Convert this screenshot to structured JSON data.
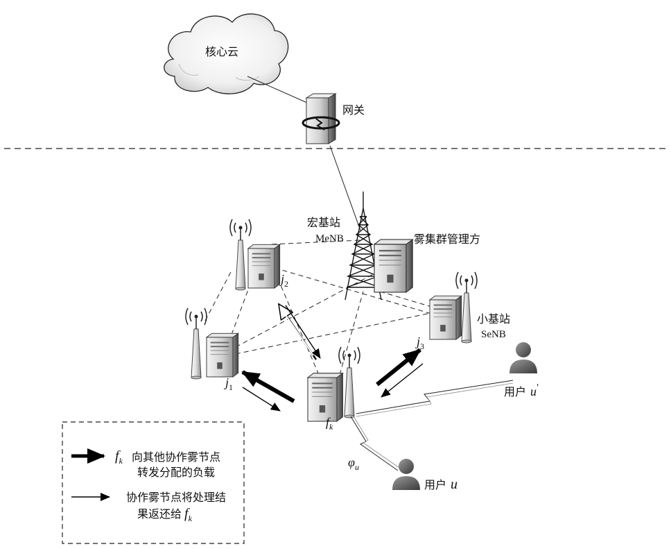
{
  "cloud": {
    "label": "核心云"
  },
  "gateway": {
    "label": "网关"
  },
  "macro_bs": {
    "label_cn": "宏基站",
    "label_en": "MeNB"
  },
  "fog_manager": {
    "label": "雾集群管理方"
  },
  "small_bs": {
    "label_cn": "小基站",
    "label_en": "SeNB"
  },
  "nodes": {
    "j1": {
      "base": "j",
      "sub": "1"
    },
    "j2": {
      "base": "j",
      "sub": "2"
    },
    "j3": {
      "base": "j",
      "sub": "3"
    },
    "fk": {
      "base": "f",
      "sub": "k"
    }
  },
  "users": {
    "u": {
      "label": "用户",
      "symbol": "u"
    },
    "u_prime": {
      "label": "用户",
      "symbol": "u",
      "prime": "'"
    }
  },
  "link_label": {
    "base": "φ",
    "sub": "u"
  },
  "legend": {
    "thick": {
      "sym_base": "f",
      "sym_sub": "k",
      "line1": "向其他协作雾节点",
      "line2": "转发分配的负载"
    },
    "thin": {
      "line1": "协作雾节点将处理结",
      "line2": "果返还给",
      "sym_base": "f",
      "sym_sub": "k"
    }
  }
}
